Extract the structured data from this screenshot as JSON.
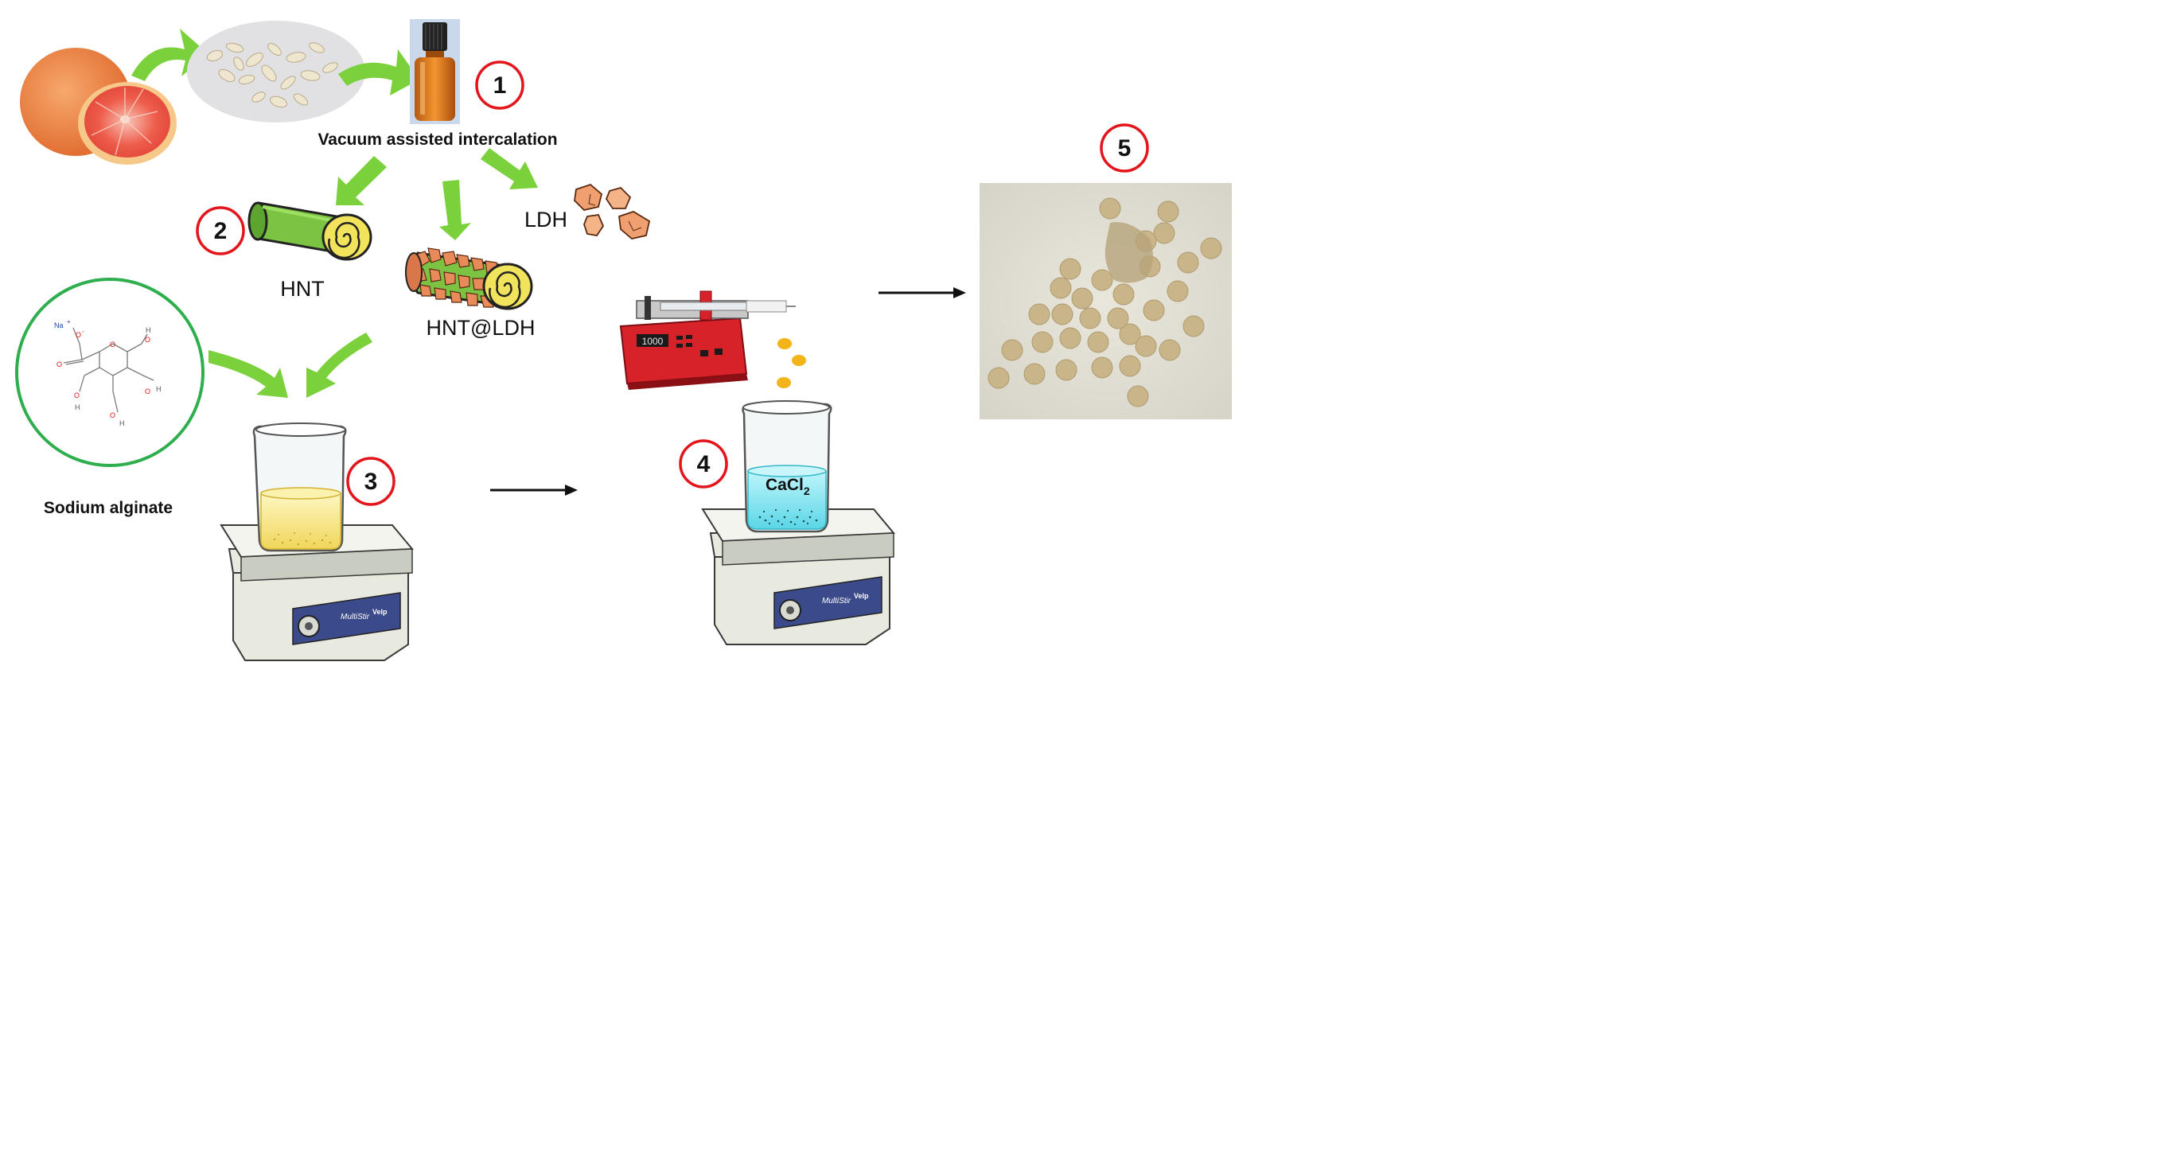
{
  "labels": {
    "vacuum": "Vacuum assisted intercalation",
    "hnt": "HNT",
    "hnt_ldh": "HNT@LDH",
    "ldh": "LDH",
    "sodium_alginate": "Sodium alginate",
    "cacl2_main": "CaCl",
    "cacl2_sub": "2",
    "pump_display": "1000"
  },
  "steps": [
    "1",
    "2",
    "3",
    "4",
    "5"
  ],
  "molecule": {
    "na": "Na",
    "charge": "+",
    "o_minus": "O",
    "o_minus_sign": "-",
    "o_carbonyl": "O",
    "o_ring": "O",
    "oh_h": "H",
    "oh_o": "O"
  },
  "colors": {
    "step_circle": "#e4141b",
    "green_arrow": "#7bd13b",
    "alginate_ring": "#2fae4e",
    "hnt_green": "#7cc243",
    "hnt_yellow": "#f2e35c",
    "ldh_orange": "#f0a070",
    "cacl2_blue": "#7fe3ef",
    "pump_red": "#d8222a",
    "bead": "#f2b419"
  }
}
